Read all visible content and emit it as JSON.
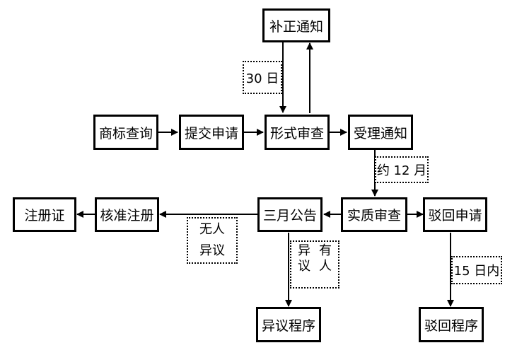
{
  "nodes": {
    "supplement_notice": "补正通知",
    "trademark_search": "商标查询",
    "submit_application": "提交申请",
    "formal_review": "形式审查",
    "acceptance_notice": "受理通知",
    "registration_certificate": "注册证",
    "approve_registration": "核准注册",
    "three_month_announcement": "三月公告",
    "substantive_review": "实质审查",
    "rejection_application": "驳回申请",
    "objection_procedure": "异议程序",
    "rejection_procedure": "驳回程序"
  },
  "notes": {
    "thirty_days": "30 日",
    "about_12_months": "约 12 月",
    "no_objection_line1": "无人",
    "no_objection_line2": "异议",
    "objection_chars": [
      "异",
      "有",
      "议",
      "人"
    ],
    "within_15_days": "15 日内"
  }
}
